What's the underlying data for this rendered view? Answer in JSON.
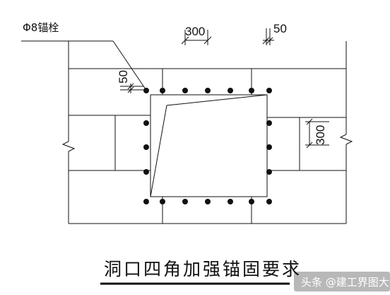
{
  "labels": {
    "anchor": "Φ8锚栓",
    "dim_300_top": "300",
    "dim_50_top": "50",
    "dim_50_left": "50",
    "dim_300_right": "300",
    "title": "洞口四角加强锚固要求"
  },
  "watermark": {
    "text": "头条 @建工界图大大"
  },
  "colors": {
    "line": "#111111",
    "background": "#ffffff"
  }
}
